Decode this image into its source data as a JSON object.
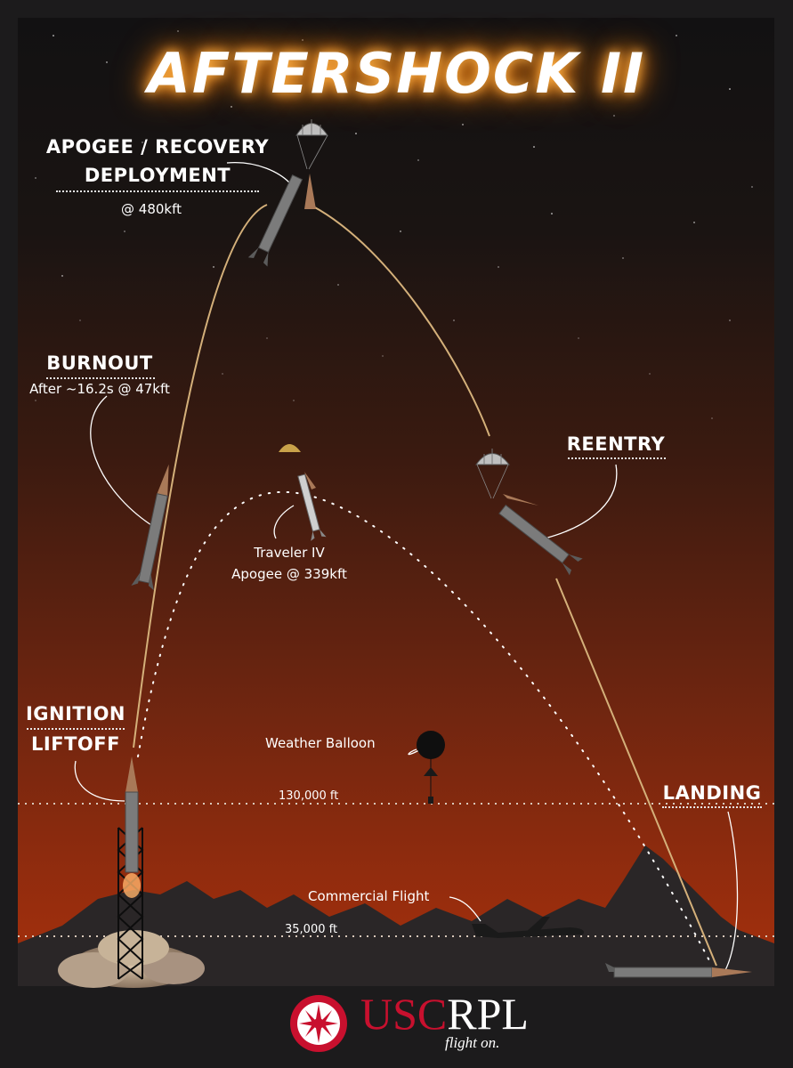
{
  "title": "AFTERSHOCK II",
  "events": {
    "apogee": {
      "heading_line1": "APOGEE / RECOVERY",
      "heading_line2": "DEPLOYMENT",
      "detail": "@ 480kft"
    },
    "burnout": {
      "heading": "BURNOUT",
      "detail": "After ~16.2s @ 47kft"
    },
    "traveler": {
      "line1": "Traveler IV",
      "line2": "Apogee @ 339kft"
    },
    "reentry": {
      "heading": "REENTRY"
    },
    "ignition": {
      "heading_line1": "IGNITION",
      "heading_line2": "LIFTOFF"
    },
    "landing": {
      "heading": "LANDING"
    }
  },
  "references": {
    "weather_balloon": "Weather Balloon",
    "commercial_flight": "Commercial Flight"
  },
  "altitudes": {
    "balloon_line": "130,000 ft",
    "flight_line": "35,000 ft"
  },
  "logo": {
    "usc": "USC",
    "rpl": "RPL",
    "tagline": "flight on."
  },
  "colors": {
    "sky_top": "#111111",
    "sky_bottom": "#a8300c",
    "mountains": "#2a2627",
    "trajectory": "#d4b07a",
    "title_glow": "#ff8c1a",
    "usc_red": "#c8102e"
  },
  "icons": [
    "parachute-icon",
    "rocket-icon",
    "launch-tower-icon",
    "weather-balloon-icon",
    "airplane-icon",
    "usc-seal-icon"
  ]
}
